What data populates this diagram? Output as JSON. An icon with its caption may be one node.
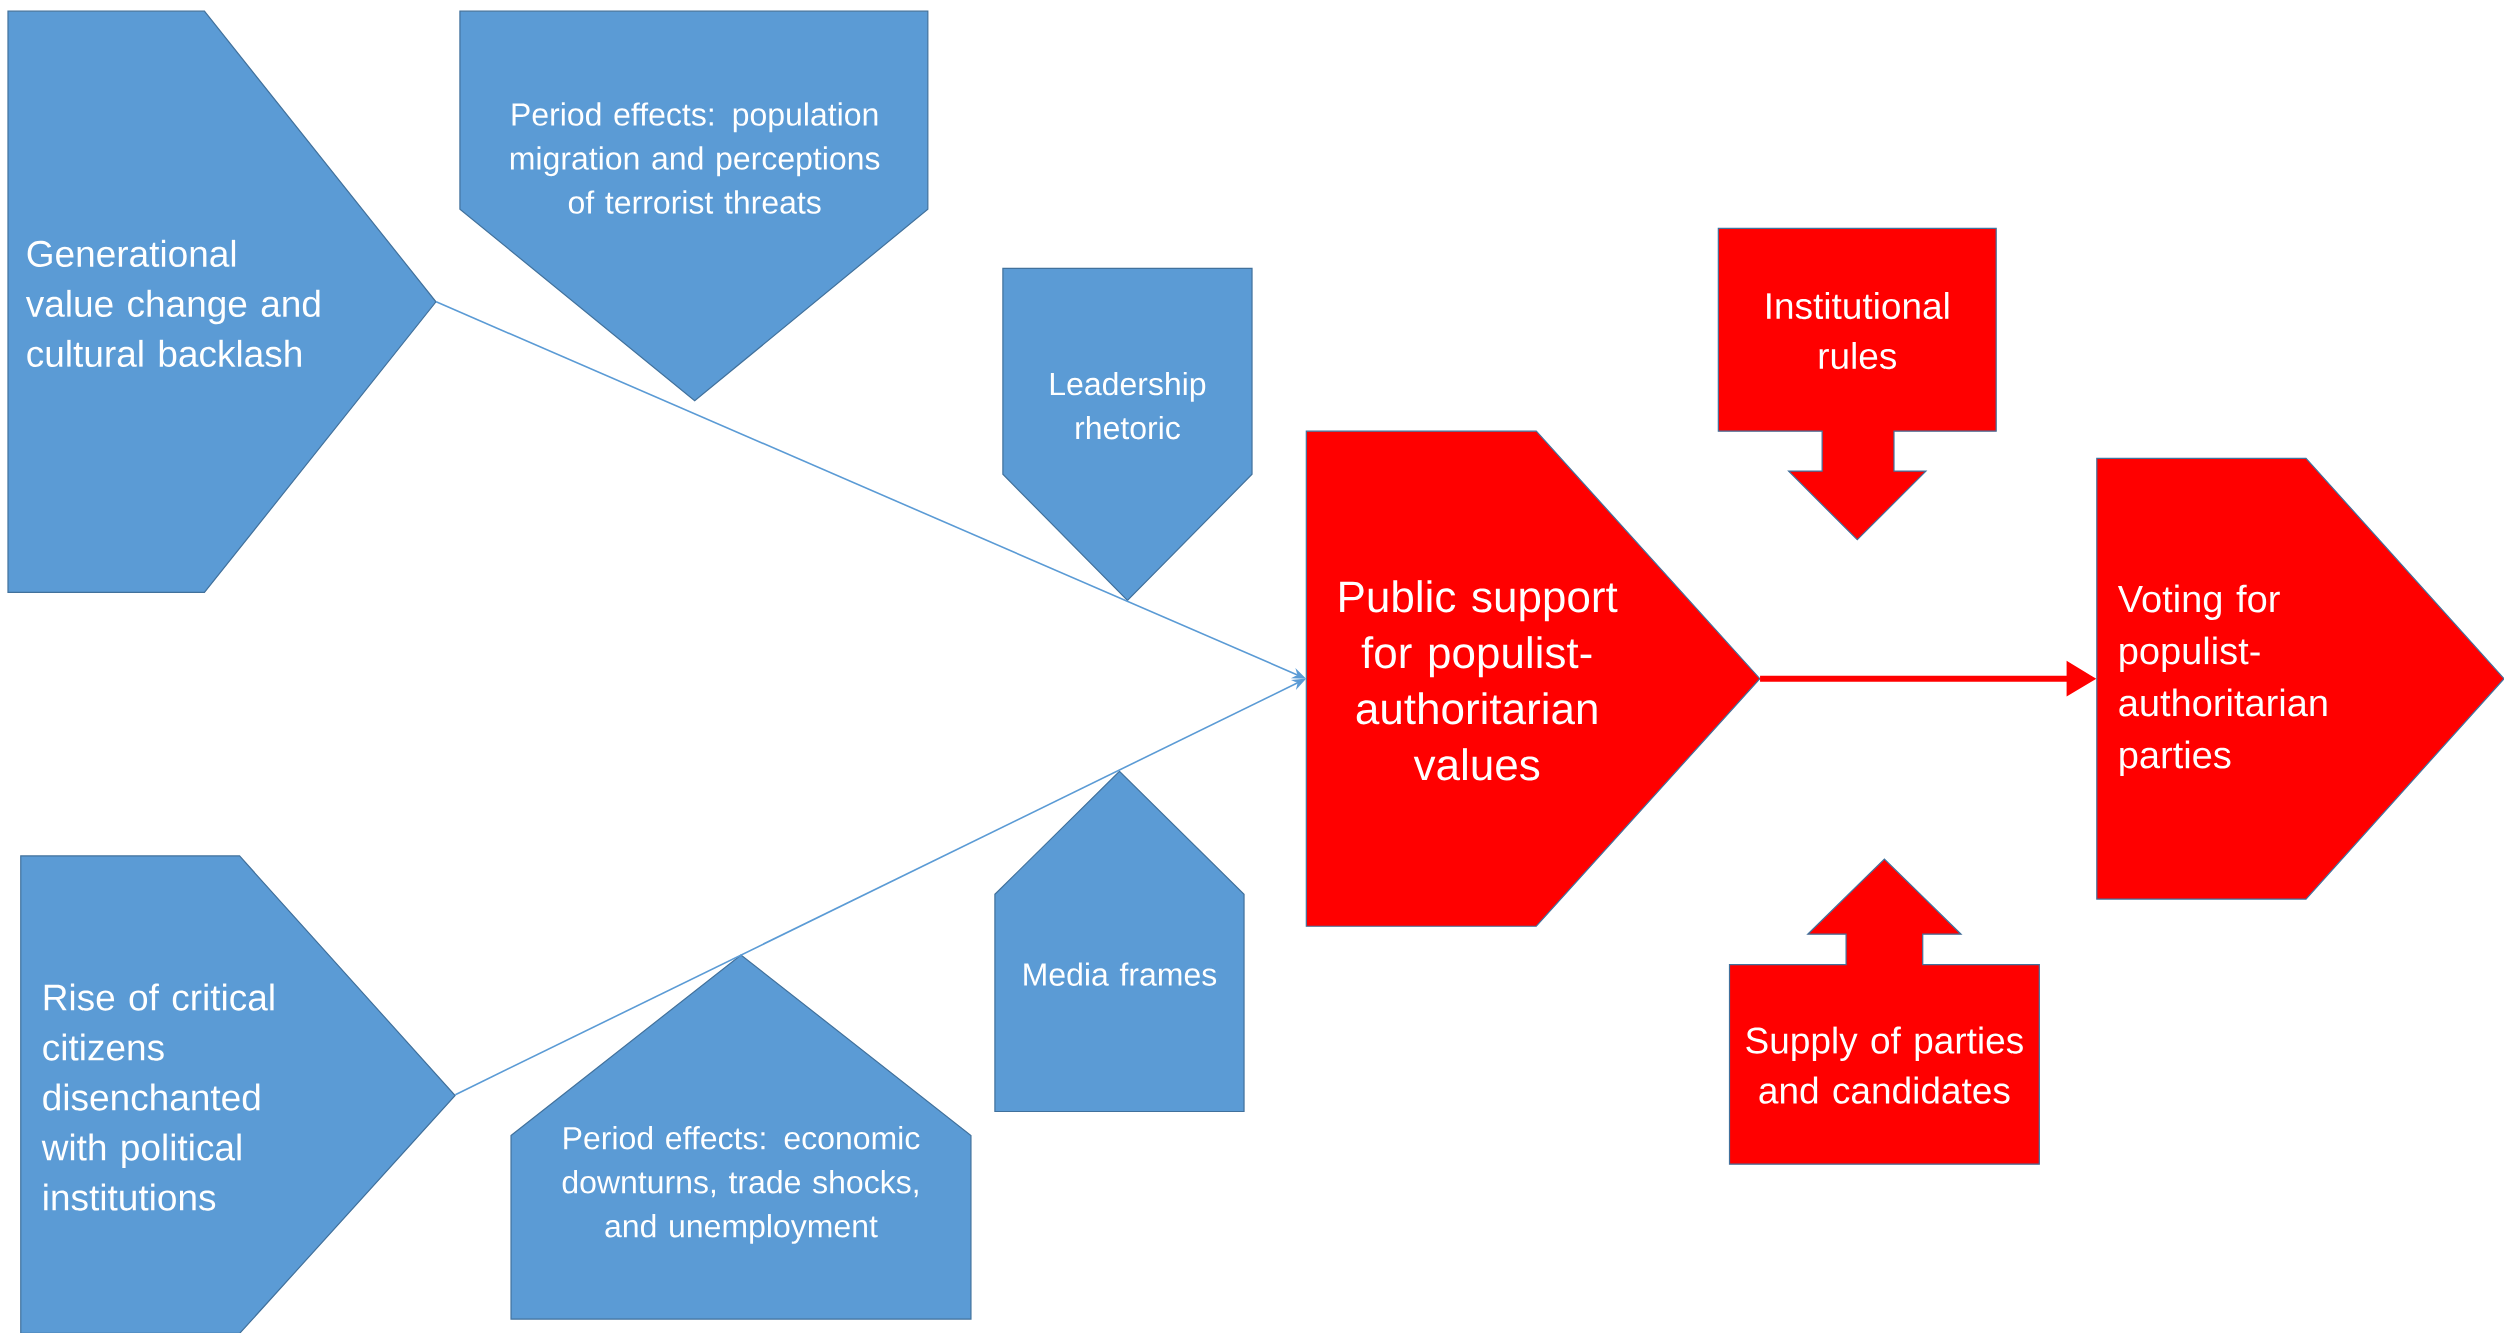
{
  "diagram": {
    "nodes": [
      {
        "text": [
          "Generational value change and cultural backlash"
        ]
      },
      {
        "text": [
          "Period effects: population migration and perceptions of terrorist threats"
        ]
      },
      {
        "text": [
          "Leadership rhetoric"
        ]
      },
      {
        "text": [
          "Media frames"
        ]
      },
      {
        "text": [
          "Public support for populist-authoritarian values"
        ]
      },
      {
        "text": [
          "Institutional rules"
        ]
      },
      {
        "text": [
          "Voting for populist-authoritarian parties"
        ]
      },
      {
        "text": [
          "Supply of parties and candidates"
        ]
      },
      {
        "text": [
          "Rise of critical citizens disenchanted with political institutions"
        ]
      },
      {
        "text": [
          "Period effects:  economic downturns, trade shocks, and unemployment"
        ]
      }
    ],
    "edges": [
      {
        "from": 0,
        "to": 4,
        "arrow": "to"
      },
      {
        "from": 8,
        "to": 4,
        "arrow": "to"
      },
      {
        "from": 4,
        "to": 6,
        "arrow": "to",
        "style": "thick",
        "color": "#ff0000"
      }
    ]
  }
}
